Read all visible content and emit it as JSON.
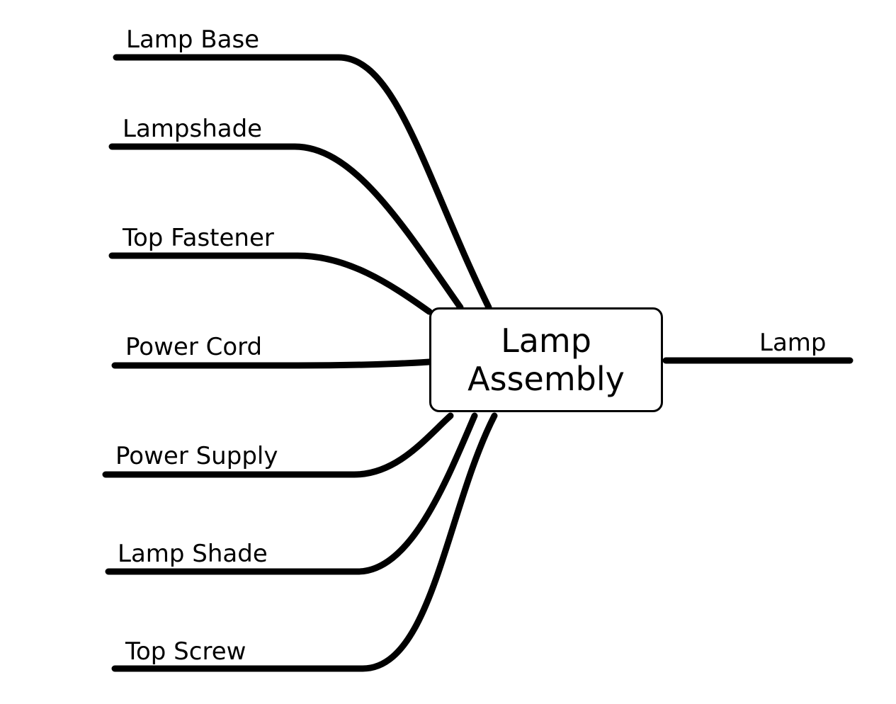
{
  "center": {
    "line1": "Lamp",
    "line2": "Assembly"
  },
  "left_branches": [
    "Lamp Base",
    "Lampshade",
    "Top Fastener",
    "Power Cord",
    "Power Supply",
    "Lamp Shade",
    "Top Screw"
  ],
  "right_branch": "Lamp",
  "colors": {
    "line": "#000000",
    "background": "#ffffff"
  }
}
